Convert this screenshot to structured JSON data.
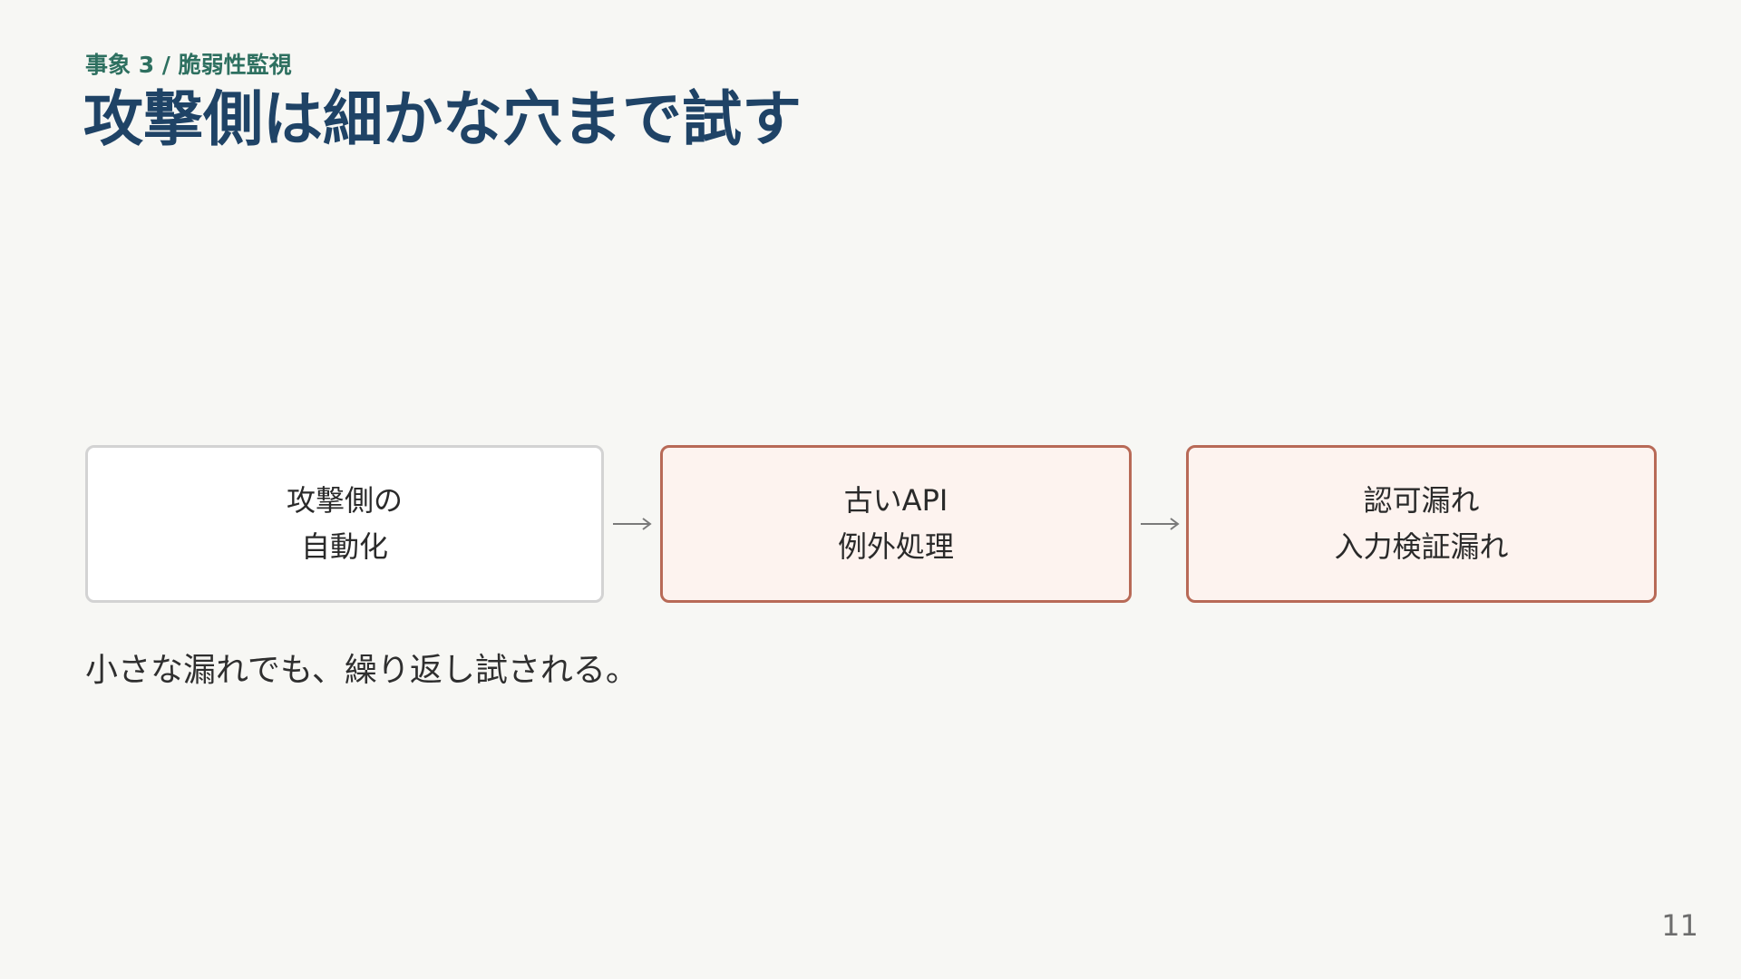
{
  "header": {
    "eyebrow": "事象 3 / 脆弱性監視",
    "title": "攻撃側は細かな穴まで試す"
  },
  "flow": {
    "steps": [
      {
        "lines": [
          "攻撃側の",
          "自動化"
        ],
        "variant": "neutral"
      },
      {
        "lines": [
          "古いAPI",
          "例外処理"
        ],
        "variant": "risk"
      },
      {
        "lines": [
          "認可漏れ",
          "入力検証漏れ"
        ],
        "variant": "risk"
      }
    ],
    "arrow_icon": "right-arrow-icon"
  },
  "caption": "小さな漏れでも、繰り返し試される。",
  "footer": {
    "page_number": "11"
  },
  "colors": {
    "background": "#f7f7f4",
    "title": "#1f4366",
    "eyebrow": "#2e7060",
    "risk_border": "#b86a57",
    "risk_fill": "#fdf3ef",
    "neutral_border": "#d3d3d3"
  }
}
